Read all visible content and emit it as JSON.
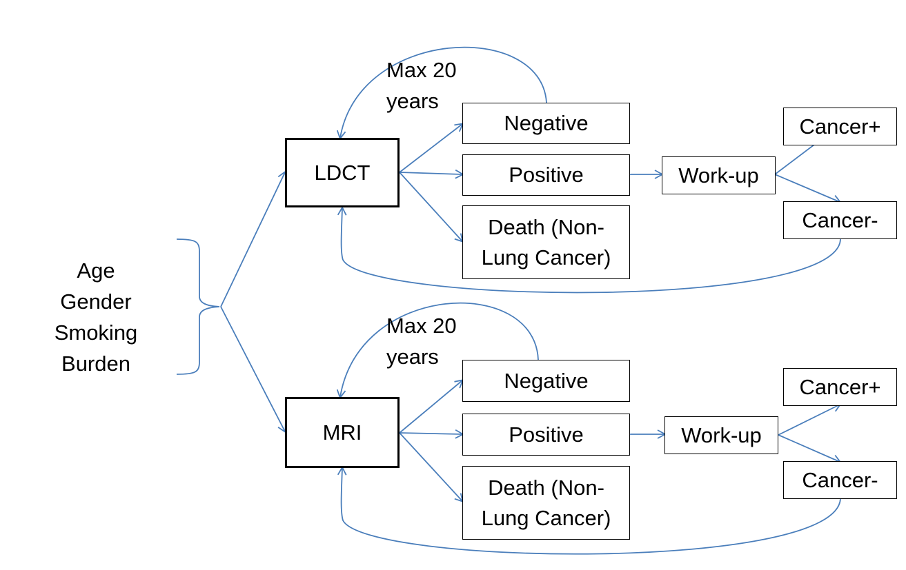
{
  "inputs": [
    "Age",
    "Gender",
    "Smoking",
    "Burden"
  ],
  "colors": {
    "arrow": "#4a7ebb",
    "border": "#000000"
  },
  "ldct": {
    "main": "LDCT",
    "loop_line1": "Max 20",
    "loop_line2": "years",
    "negative": "Negative",
    "positive": "Positive",
    "death_line1": "Death (Non-",
    "death_line2": "Lung Cancer)",
    "workup": "Work-up",
    "cancer_pos": "Cancer+",
    "cancer_neg": "Cancer-"
  },
  "mri": {
    "main": "MRI",
    "loop_line1": "Max 20",
    "loop_line2": "years",
    "negative": "Negative",
    "positive": "Positive",
    "death_line1": "Death (Non-",
    "death_line2": "Lung Cancer)",
    "workup": "Work-up",
    "cancer_pos": "Cancer+",
    "cancer_neg": "Cancer-"
  }
}
